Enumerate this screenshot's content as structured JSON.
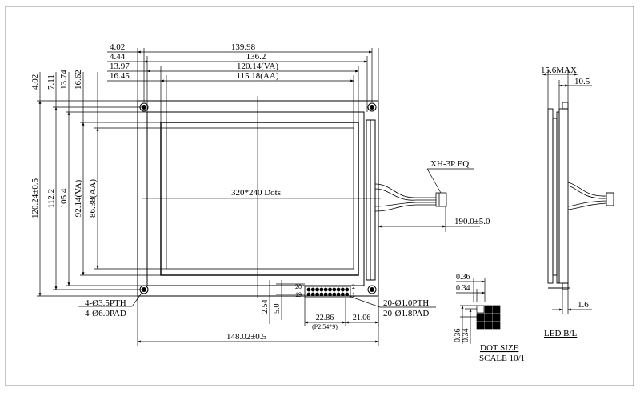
{
  "front": {
    "top_dims": [
      "4.02",
      "4.44",
      "13.97",
      "16.45",
      "139.98",
      "136.2",
      "120.14(VA)",
      "115.18(AA)"
    ],
    "left_dims": [
      "4.02",
      "7.11",
      "13.74",
      "16.62",
      "120.24±0.5",
      "112.2",
      "105.4",
      "92.14(VA)",
      "86.38(AA)"
    ],
    "center_label": "320*240 Dots",
    "hole_label_1": "4-Ø3.5PTH",
    "hole_label_2": "4-Ø6.0PAD",
    "bottom_width": "148.02±0.5",
    "pin_labels": {
      "p20": "20",
      "p19": "19",
      "p2": "2",
      "p1": "1"
    },
    "pin_dims": {
      "d254": "2.54",
      "d50": "5.0",
      "d2286": "22.86",
      "pitch": "(P2.54*9)",
      "d2106": "21.06"
    },
    "pin_callout_1": "20-Ø1.0PTH",
    "pin_callout_2": "20-Ø1.8PAD",
    "connector_label": "XH-3P EQ",
    "cable_length": "190.0±5.0"
  },
  "side": {
    "max_label": "15.6MAX",
    "thick_label": "10.5",
    "led_dim": "1.6",
    "led_label": "LED B/L"
  },
  "dot": {
    "top1": "0.36",
    "top2": "0.34",
    "left1": "0.36",
    "left2": "0.34",
    "title": "DOT SIZE",
    "scale": "SCALE 10/1"
  }
}
